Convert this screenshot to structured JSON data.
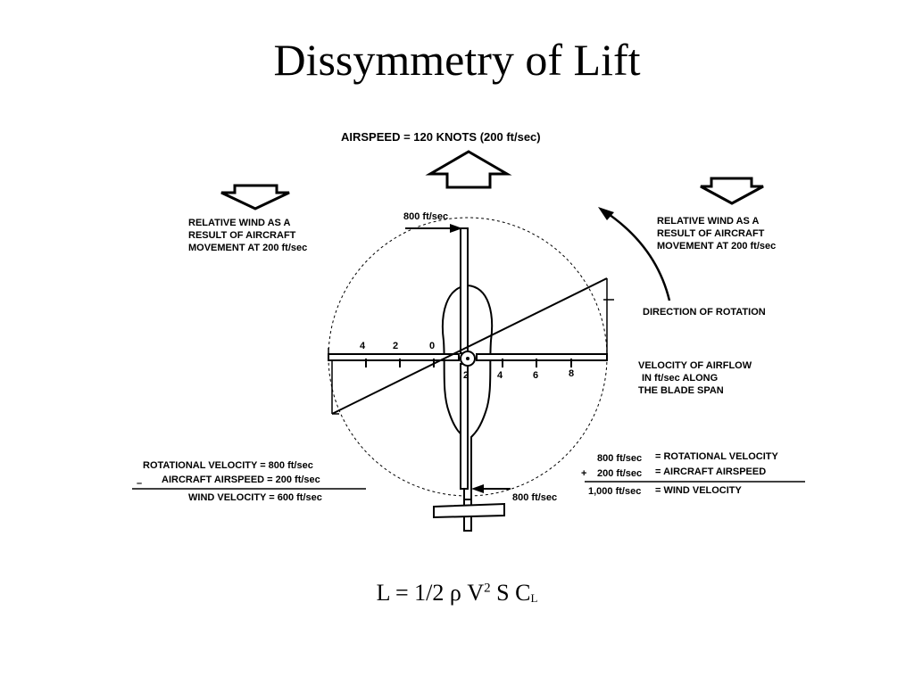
{
  "title": "Dissymmetry of Lift",
  "airspeed_label": "AIRSPEED = 120 KNOTS (200 ft/sec)",
  "relative_wind_left": [
    "RELATIVE WIND AS A",
    "RESULT OF AIRCRAFT",
    "MOVEMENT AT  200 ft/sec"
  ],
  "relative_wind_right": [
    "RELATIVE WIND AS A",
    "RESULT OF AIRCRAFT",
    "MOVEMENT AT  200 ft/sec"
  ],
  "direction_of_rotation": "DIRECTION OF ROTATION",
  "velocity_label": [
    "VELOCITY OF AIRFLOW",
    "IN ft/sec  ALONG",
    "THE BLADE SPAN"
  ],
  "tip_speed_top": "800 ft/sec",
  "tip_speed_bottom": "800 ft/sec",
  "scale_left": [
    "4",
    "2",
    "0"
  ],
  "scale_right": [
    "2",
    "4",
    "6",
    "8"
  ],
  "left_calc": {
    "line1": "ROTATIONAL VELOCITY = 800 ft/sec",
    "op": "–",
    "line2": "AIRCRAFT AIRSPEED = 200 ft/sec",
    "line3": "WIND VELOCITY = 600 ft/sec"
  },
  "right_calc": {
    "v1": "800  ft/sec",
    "t1": "= ROTATIONAL VELOCITY",
    "op": "+",
    "v2": "200 ft/sec",
    "t2": "= AIRCRAFT AIRSPEED",
    "v3": "1,000 ft/sec",
    "t3": "= WIND VELOCITY"
  },
  "formula": {
    "lhs": "L =",
    "coef": "1/2",
    "rho": "ρ",
    "v": "V",
    "exp": "2",
    "s": "S",
    "c": "C",
    "sub": "L"
  }
}
